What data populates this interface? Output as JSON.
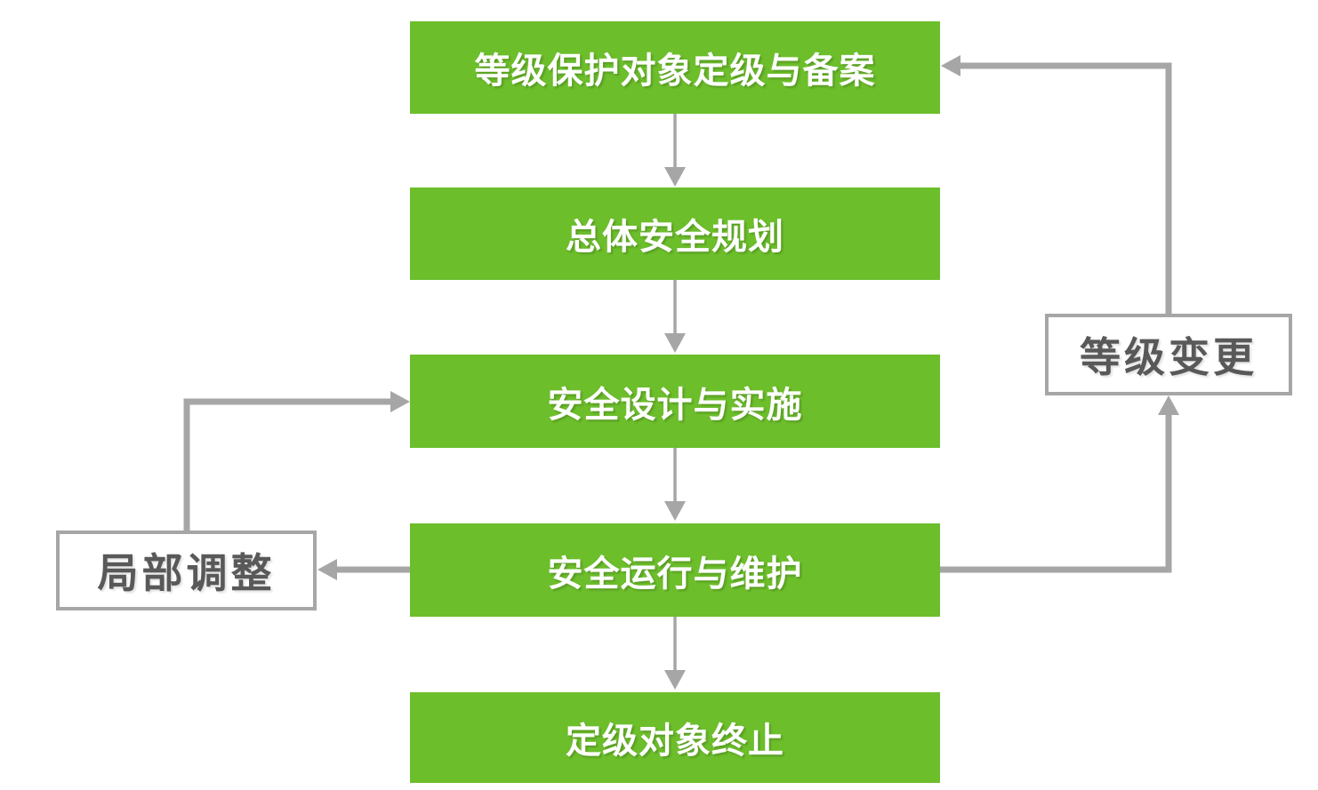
{
  "diagram": {
    "type": "flowchart",
    "colors": {
      "box_green": "#6CBE2B",
      "line_gray": "#A6A6A6",
      "main_text": "#FFFFFF",
      "side_text": "#595959",
      "background": "#FFFFFF"
    },
    "main_flow": [
      {
        "label": "等级保护对象定级与备案"
      },
      {
        "label": "总体安全规划"
      },
      {
        "label": "安全设计与实施"
      },
      {
        "label": "安全运行与维护"
      },
      {
        "label": "定级对象终止"
      }
    ],
    "side_boxes": [
      {
        "label": "等级变更"
      },
      {
        "label": "局部调整"
      }
    ],
    "edges": [
      {
        "from": "等级保护对象定级与备案",
        "to": "总体安全规划"
      },
      {
        "from": "总体安全规划",
        "to": "安全设计与实施"
      },
      {
        "from": "安全设计与实施",
        "to": "安全运行与维护"
      },
      {
        "from": "安全运行与维护",
        "to": "定级对象终止"
      },
      {
        "from": "安全运行与维护",
        "to": "等级变更"
      },
      {
        "from": "等级变更",
        "to": "等级保护对象定级与备案"
      },
      {
        "from": "安全运行与维护",
        "to": "局部调整"
      },
      {
        "from": "局部调整",
        "to": "安全设计与实施"
      }
    ]
  }
}
